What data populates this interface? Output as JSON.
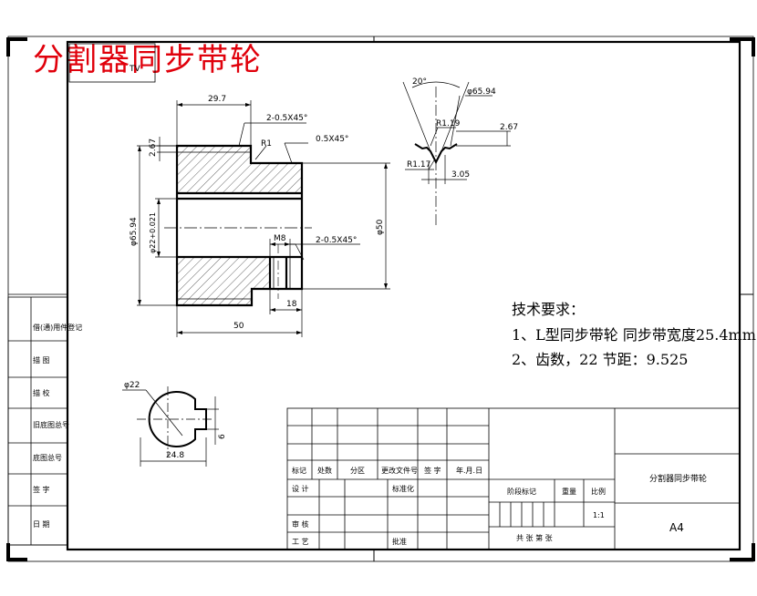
{
  "title": "分割器同步带轮",
  "box_label": "TV",
  "requirements": {
    "heading": "技术要求：",
    "line1": "1、L型同步带轮 同步带宽度25.4mm",
    "line2": "2、齿数，22 节距：9.525"
  },
  "dims": {
    "d29_7": "29.7",
    "chamfer1": "2-0.5X45°",
    "r1": "R1",
    "chamfer05": "0.5X45°",
    "d2_67a": "2.67",
    "d65_94": "φ65.94",
    "d22h": "φ22+0.021",
    "d50": "φ50",
    "m8": "M8",
    "chamfer2": "2-0.5X45°",
    "d18": "18",
    "d50w": "50",
    "angle20": "20°",
    "tooth_dia": "φ65.94",
    "r119": "R1.19",
    "d2_67b": "2.67",
    "r117": "R1.17",
    "d3_05": "3.05",
    "d22": "φ22",
    "d6": "6",
    "d24_8": "24.8"
  },
  "left_strip": [
    "借(通)用件登记",
    "描 图",
    "描 校",
    "旧底图总号",
    "底图总号",
    "签 字",
    "日 期"
  ],
  "title_block": {
    "r1": [
      "标记",
      "处数",
      "分区",
      "更改文件号",
      "签 字",
      "年.月.日"
    ],
    "design": "设 计",
    "std": "标准化",
    "stage": "阶段标记",
    "weight": "重量",
    "scale": "比例",
    "scale_val": "1:1",
    "check": "审 核",
    "process": "工 艺",
    "approve": "批准",
    "sheets": "共 张 第 张",
    "name": "分割器同步带轮",
    "size": "A4"
  }
}
